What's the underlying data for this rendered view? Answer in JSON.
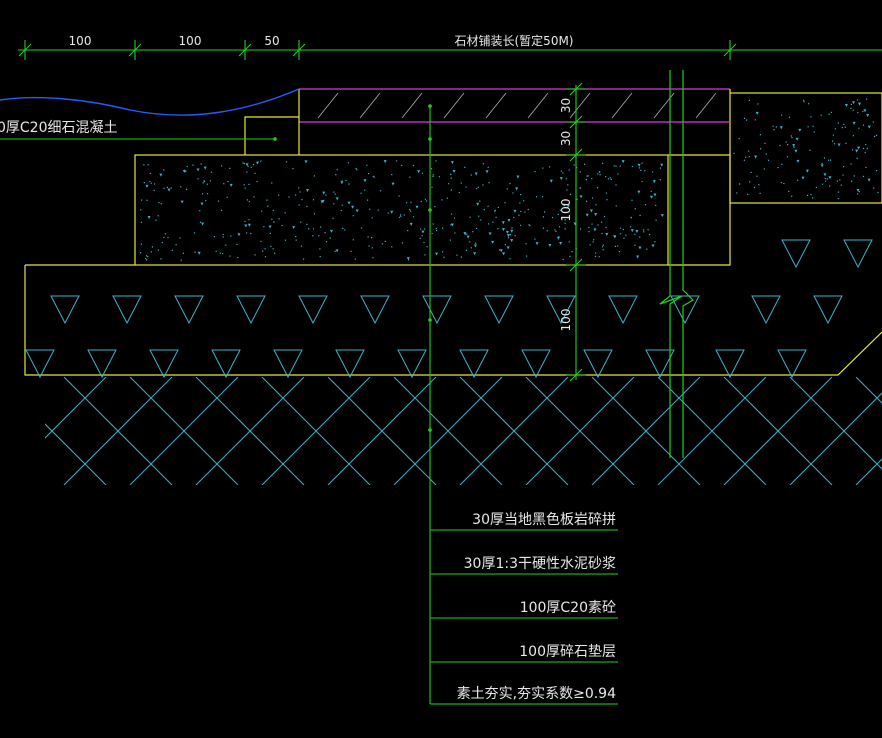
{
  "dimensions": {
    "d1": "100",
    "d2": "100",
    "d3": "50",
    "d4": "石材铺装长(暂定50M)"
  },
  "left_label": "0厚C20细石混凝土",
  "layer_dims": {
    "t1": "30",
    "t2": "30",
    "t3": "100",
    "t4": "100"
  },
  "legend": [
    {
      "text": "30厚当地黑色板岩碎拼"
    },
    {
      "text": "30厚1:3干硬性水泥砂浆"
    },
    {
      "text": "100厚C20素砼"
    },
    {
      "text": "100厚碎石垫层"
    },
    {
      "text": "素土夯实,夯实系数≥0.94"
    }
  ],
  "colors": {
    "background": "#000000",
    "outline": "#e6e63c",
    "paving": "#d43cd4",
    "hatch": "#3fb0c8",
    "leader": "#22d022",
    "edge_curve": "#2a5aff",
    "text": "#e8e8e8"
  }
}
